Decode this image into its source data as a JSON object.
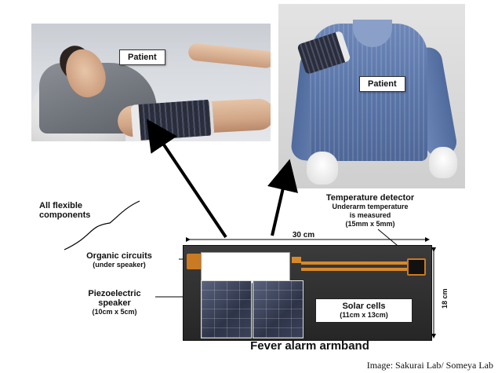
{
  "labels": {
    "patient_left": "Patient",
    "patient_right": "Patient",
    "all_flexible": "All flexible components",
    "temperature_detector": {
      "title": "Temperature detector",
      "line1": "Underarm temperature",
      "line2": "is measured",
      "line3": "(15mm x 5mm)"
    },
    "organic_circuits": {
      "title": "Organic circuits",
      "sub": "(under speaker)"
    },
    "piezo_speaker": {
      "title1": "Piezoelectric",
      "title2": "speaker",
      "size": "(10cm x 5cm)"
    },
    "solar_cells": {
      "title": "Solar cells",
      "size": "(11cm x 13cm)"
    },
    "width_dim": "30 cm",
    "height_dim": "18 cm"
  },
  "caption": "Fever alarm armband",
  "credit": "Image: Sakurai Lab/ Someya Lab",
  "icons": {
    "arrows": "up-arrow",
    "brace": "curly-brace"
  }
}
